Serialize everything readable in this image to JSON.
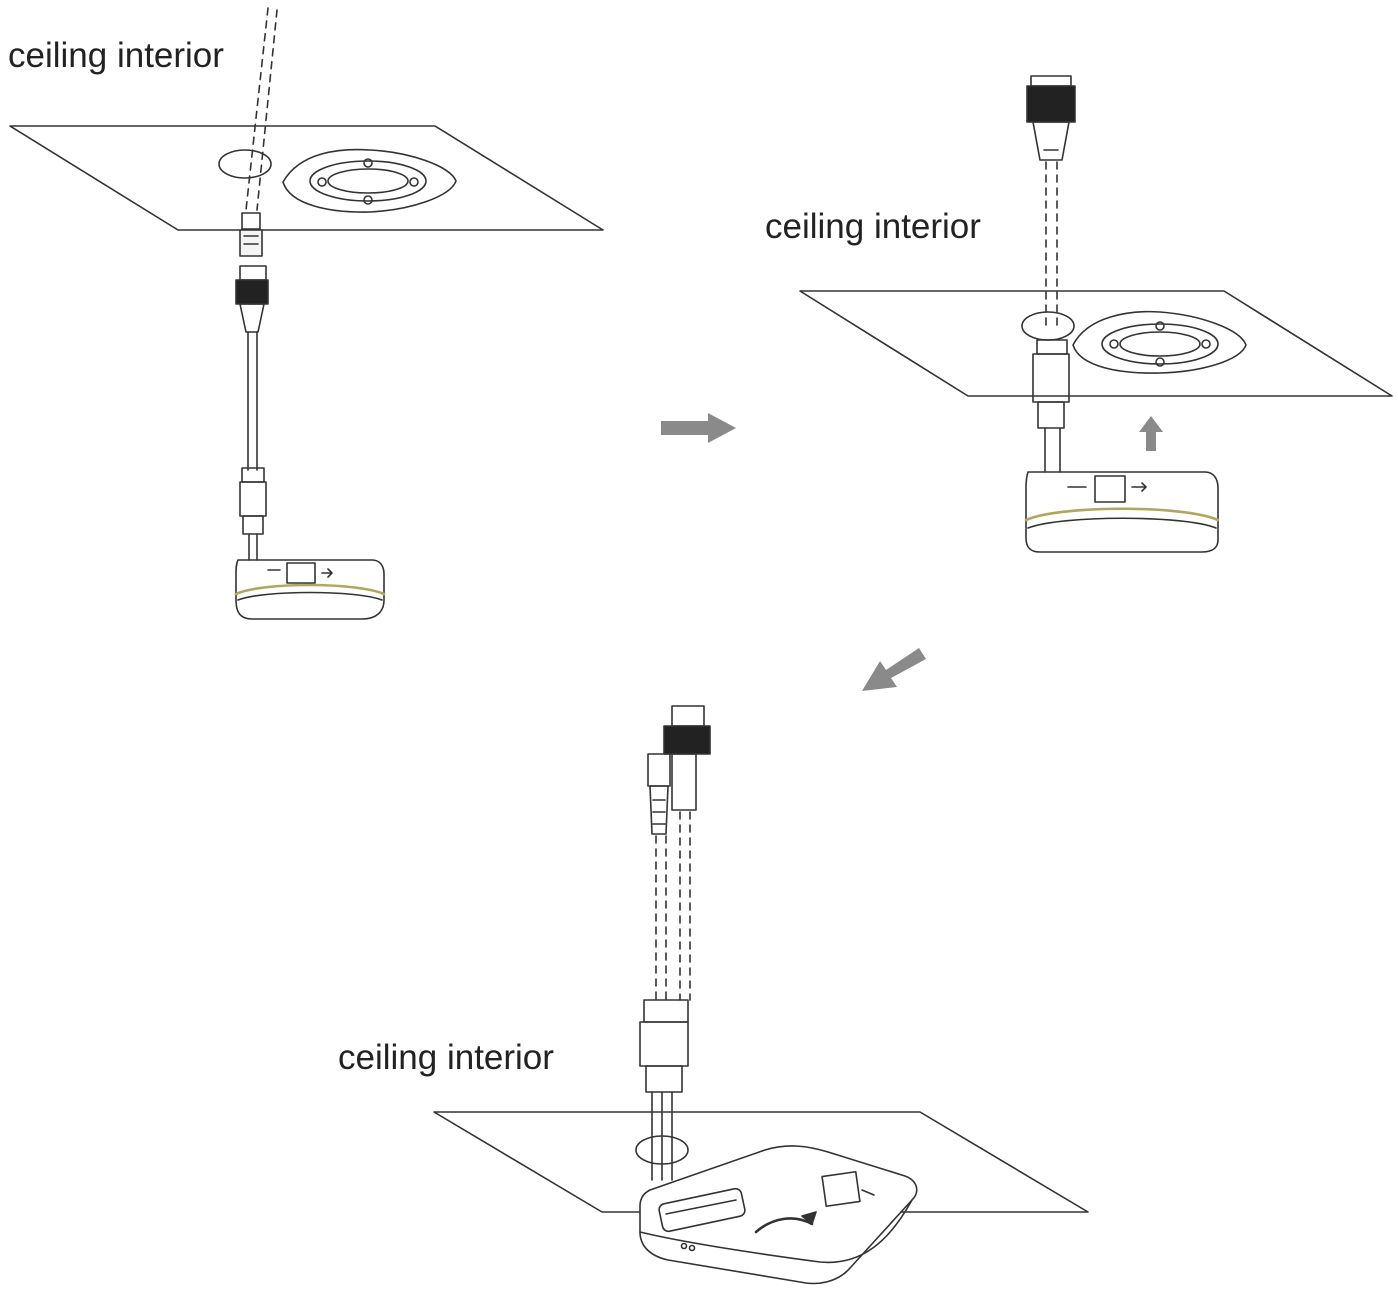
{
  "labels": {
    "step1": "ceiling interior",
    "step2": "ceiling interior",
    "step3": "ceiling interior"
  },
  "icons": [
    "right-arrow-icon",
    "up-arrow-icon",
    "down-left-arrow-icon",
    "rotate-arrow-icon"
  ],
  "colors": {
    "line": "#333333",
    "arrow": "#8a8a8a",
    "accent_band": "#b3a560"
  }
}
